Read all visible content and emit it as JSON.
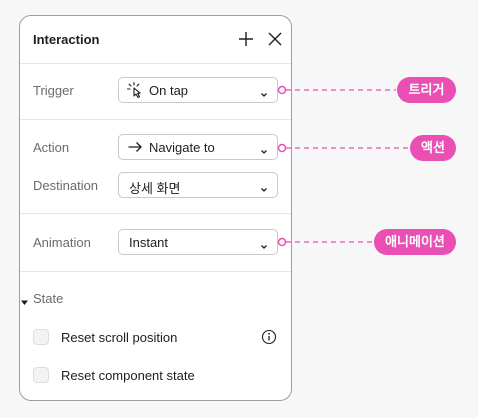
{
  "panel": {
    "title": "Interaction",
    "header_icons": [
      "plus-icon",
      "close-icon"
    ]
  },
  "fields": {
    "trigger": {
      "label": "Trigger",
      "value": "On tap",
      "icon": "tap-icon"
    },
    "action": {
      "label": "Action",
      "value": "Navigate to",
      "icon": "arrow-right-icon"
    },
    "destination": {
      "label": "Destination",
      "value": "상세 화면"
    },
    "animation": {
      "label": "Animation",
      "value": "Instant"
    }
  },
  "state": {
    "label": "State",
    "options": [
      {
        "label": "Reset scroll position",
        "checked": false,
        "has_info": true
      },
      {
        "label": "Reset component state",
        "checked": false,
        "has_info": false
      }
    ]
  },
  "annotations": [
    {
      "label": "트리거",
      "target": "trigger"
    },
    {
      "label": "액션",
      "target": "action"
    },
    {
      "label": "애니메이션",
      "target": "animation"
    }
  ],
  "colors": {
    "annotation": "#ea4fb4",
    "panel_border": "#9d9d9d",
    "divider": "#e6e6e6"
  }
}
